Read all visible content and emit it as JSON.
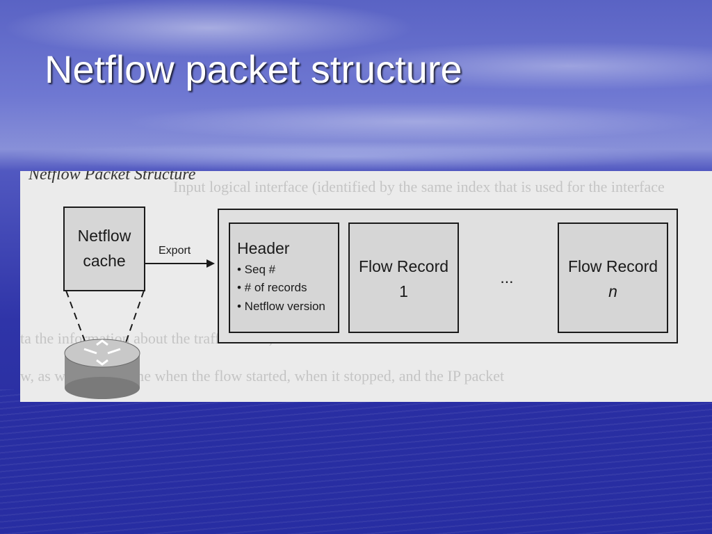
{
  "slide": {
    "title": "Netflow packet structure"
  },
  "figure": {
    "caption": "Netflow Packet Structure",
    "background_text": [
      "Input logical interface (identified by the same index that is used for the interface",
      "ta the information about the traffic flows, the NetFlow record includes data about the",
      "w, as well as the time when the flow started, when it stopped, and the IP packet"
    ],
    "cache": {
      "line1": "Netflow",
      "line2": "cache"
    },
    "export_label": "Export",
    "header": {
      "title": "Header",
      "bullets": [
        "• Seq #",
        "• # of records",
        "• Netflow version"
      ]
    },
    "flow_record_1": {
      "line1": "Flow Record",
      "line2": "1"
    },
    "ellipsis": "...",
    "flow_record_n": {
      "line1": "Flow Record",
      "line2": "n"
    }
  },
  "colors": {
    "text_white": "#ffffff",
    "diagram_box_fill": "#d8d8d8",
    "diagram_outline": "#1a1a1a"
  }
}
